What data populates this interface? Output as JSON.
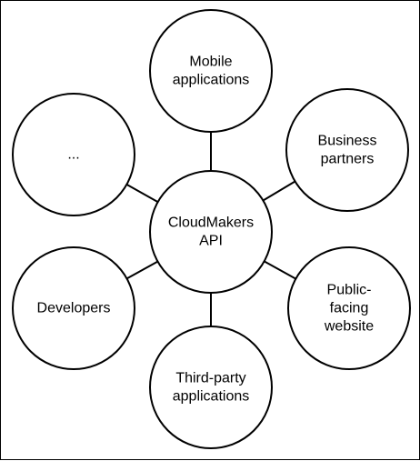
{
  "diagram": {
    "center": {
      "lines": [
        "CloudMakers",
        "API"
      ]
    },
    "nodes": [
      {
        "id": "mobile",
        "lines": [
          "Mobile",
          "applications"
        ]
      },
      {
        "id": "business",
        "lines": [
          "Business",
          "partners"
        ]
      },
      {
        "id": "public",
        "lines": [
          "Public-",
          "facing",
          "website"
        ]
      },
      {
        "id": "thirdparty",
        "lines": [
          "Third-party",
          "applications"
        ]
      },
      {
        "id": "developers",
        "lines": [
          "Developers"
        ]
      },
      {
        "id": "more",
        "lines": [
          "..."
        ]
      }
    ]
  },
  "colors": {
    "stroke": "#000000",
    "fill": "#ffffff",
    "text": "#000000"
  }
}
